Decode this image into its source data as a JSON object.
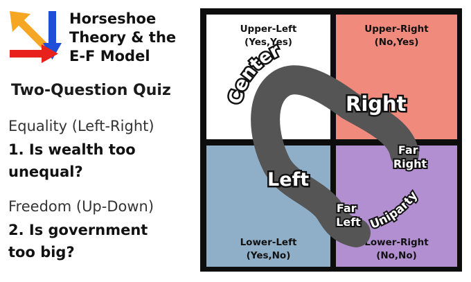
{
  "title": {
    "line1": "Horseshoe",
    "line2": "Theory & the",
    "line3": "E-F Model"
  },
  "quiz": {
    "heading": "Two-Question Quiz",
    "axis1": "Equality (Left-Right)",
    "q1_line1": "1. Is wealth too",
    "q1_line2": "unequal?",
    "axis2": "Freedom (Up-Down)",
    "q2_line1": "2. Is government",
    "q2_line2": "too big?"
  },
  "quadrants": {
    "upper_left": {
      "name": "Upper-Left",
      "answers": "(Yes,Yes)",
      "color": "#ffffff"
    },
    "upper_right": {
      "name": "Upper-Right",
      "answers": "(No,Yes)",
      "color": "#ef8a7c"
    },
    "lower_left": {
      "name": "Lower-Left",
      "answers": "(Yes,No)",
      "color": "#8fafc9"
    },
    "lower_right": {
      "name": "Lower-Right",
      "answers": "(No,No)",
      "color": "#b28fd0"
    }
  },
  "horseshoe": {
    "color": "#555555",
    "center": "Center",
    "right": "Right",
    "left": "Left",
    "far_right_1": "Far",
    "far_right_2": "Right",
    "far_left_1": "Far",
    "far_left_2": "Left",
    "uniparty": "Uniparty"
  },
  "logo_colors": {
    "orange": "#f5a623",
    "blue": "#1f4fd8",
    "red": "#e8211d"
  }
}
